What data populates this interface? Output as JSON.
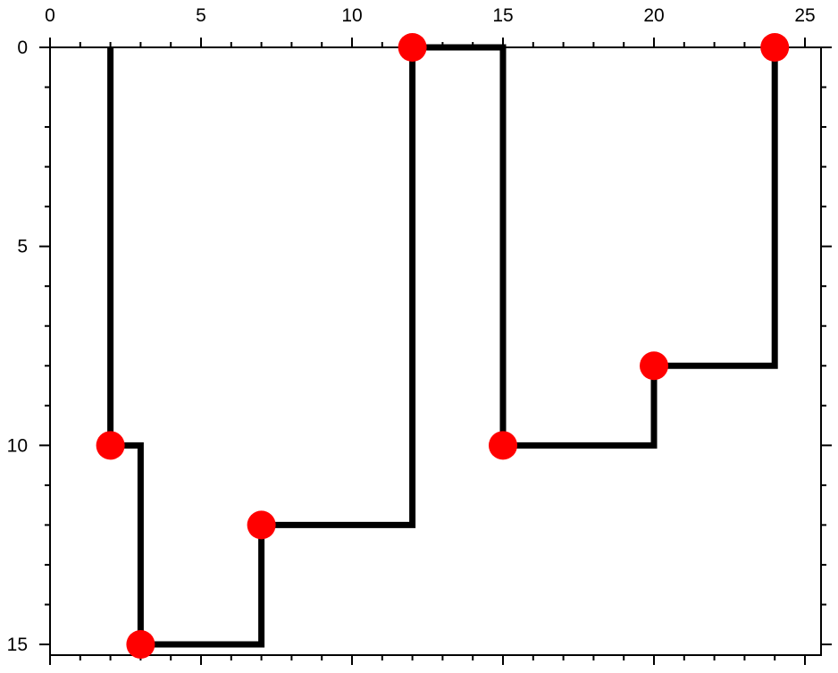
{
  "chart_data": {
    "type": "line",
    "line_shape": "step",
    "title": "",
    "xlabel": "",
    "ylabel": "",
    "xlim": [
      0,
      25
    ],
    "ylim": [
      0,
      15
    ],
    "y_inverted": true,
    "x_axis_position": "top",
    "grid": false,
    "legend": "none",
    "x_ticks": [
      0,
      5,
      10,
      15,
      20,
      25
    ],
    "x_tick_labels": [
      "0",
      "5",
      "10",
      "15",
      "20",
      "25"
    ],
    "y_ticks": [
      0,
      5,
      10,
      15
    ],
    "y_tick_labels": [
      "0",
      "5",
      "10",
      "15"
    ],
    "series": [
      {
        "line_color": "#000000",
        "marker_color": "#ff0000",
        "points": [
          {
            "x": 2,
            "y": 10
          },
          {
            "x": 3,
            "y": 15
          },
          {
            "x": 7,
            "y": 12
          },
          {
            "x": 12,
            "y": 0
          },
          {
            "x": 15,
            "y": 10
          },
          {
            "x": 20,
            "y": 8
          },
          {
            "x": 24,
            "y": 0
          }
        ],
        "path": [
          [
            2,
            0
          ],
          [
            2,
            10
          ],
          [
            3,
            10
          ],
          [
            3,
            15
          ],
          [
            7,
            15
          ],
          [
            7,
            12
          ],
          [
            12,
            12
          ],
          [
            12,
            0
          ],
          [
            15,
            0
          ],
          [
            15,
            10
          ],
          [
            20,
            10
          ],
          [
            20,
            8
          ],
          [
            24,
            8
          ],
          [
            24,
            0
          ]
        ]
      }
    ]
  }
}
